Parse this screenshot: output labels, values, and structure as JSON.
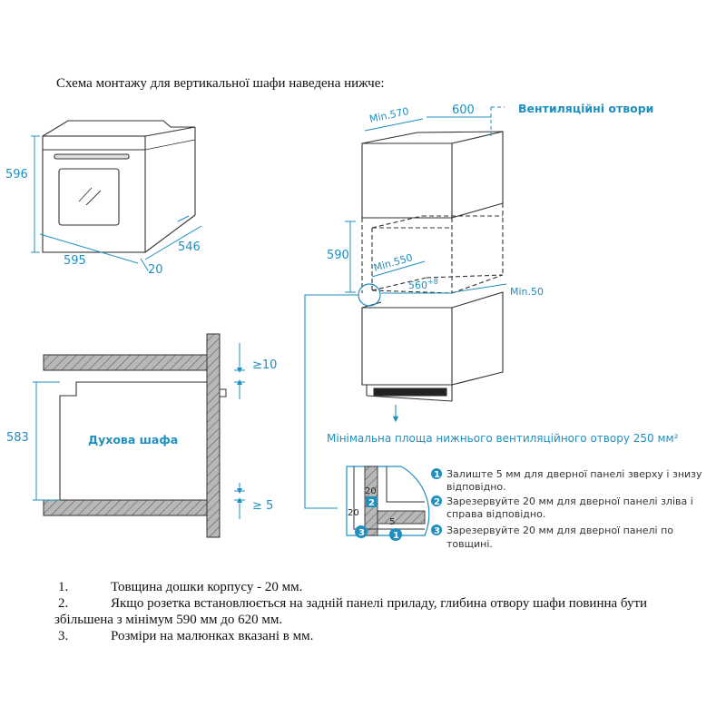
{
  "intro": "Схема монтажу для вертикальної шафи наведена нижче:",
  "oven_view": {
    "height": "596",
    "width": "595",
    "depth": "546",
    "front": "20"
  },
  "section_view": {
    "label": "Духова шафа",
    "height": "583",
    "top_gap": "≥10",
    "bottom_gap": "≥ 5"
  },
  "cabinet_view": {
    "title": "Вентиляційні отвори",
    "min_570": "Min.570",
    "w600": "600",
    "h590": "590",
    "min_550": "Min.550",
    "w560": "560",
    "w560_sup": "+8",
    "min_50": "Min.50",
    "caption": "Мінімальна площа нижнього вентиляційного отвору 250 мм²"
  },
  "detail": {
    "dim_20_a": "20",
    "dim_20_b": "20",
    "dim_5": "5",
    "markers": [
      "1",
      "2",
      "3"
    ],
    "notes": [
      {
        "num": "1",
        "lines": [
          "Залиште 5 мм для дверної панелі зверху і знизу",
          "відповідно."
        ]
      },
      {
        "num": "2",
        "lines": [
          "Зарезервуйте 20 мм для дверної панелі зліва і",
          "справа відповідно."
        ]
      },
      {
        "num": "3",
        "lines": [
          "Зарезервуйте 20 мм для дверної панелі по",
          "товщині."
        ]
      }
    ]
  },
  "footnotes": [
    {
      "num": "1.",
      "text": "Товщина дошки корпусу - 20 мм."
    },
    {
      "num": "2.",
      "text": "Якщо розетка встановлюється на задній панелі приладу, глибина отвору шафи повинна бути",
      "cont": "збільшена з мінімум 590 мм до 620 мм."
    },
    {
      "num": "3.",
      "text": "Розміри на малюнках вказані в мм."
    }
  ],
  "colors": {
    "accent": "#1f8fbf",
    "line": "#333333",
    "hatch": "#9a9a9a"
  }
}
